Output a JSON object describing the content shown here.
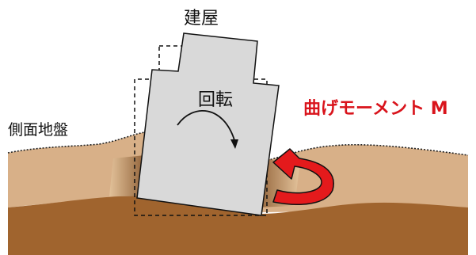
{
  "labels": {
    "building": "建屋",
    "rotation": "回転",
    "side_ground": "側面地盤",
    "bending_moment": "曲げモーメント M"
  },
  "colors": {
    "upper_ground": "#d8b088",
    "lower_ground": "#a0642e",
    "building_fill": "#d9d9d9",
    "moment_arrow": "#e41a1c",
    "moment_text": "#d9141c"
  }
}
